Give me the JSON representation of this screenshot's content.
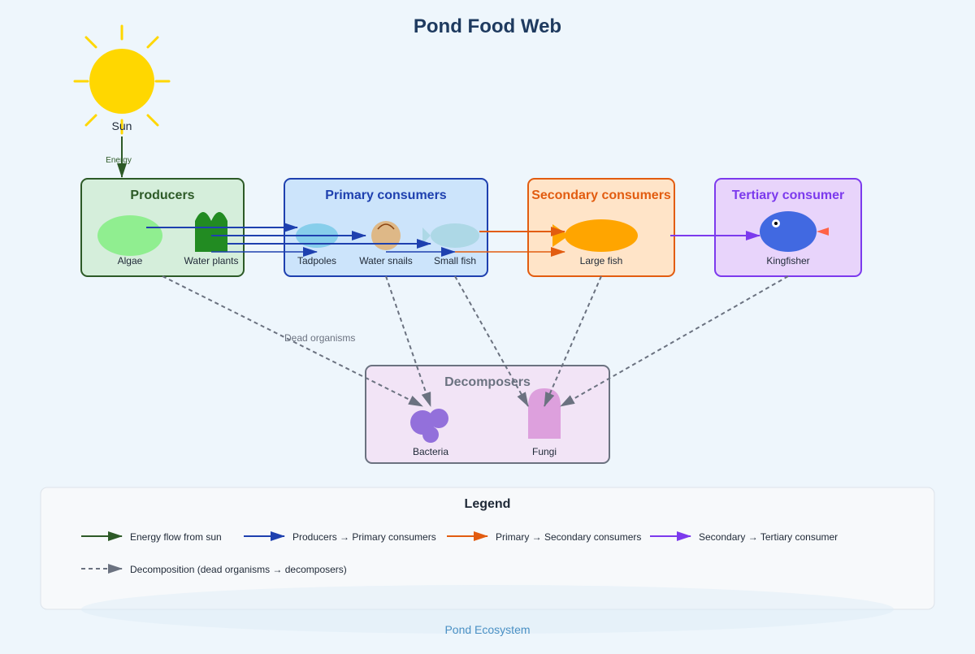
{
  "title": "Pond Food Web",
  "sun": {
    "label": "Sun",
    "energy_label": "Energy"
  },
  "producers": {
    "title": "Producers",
    "algae": "Algae",
    "plants": "Water plants"
  },
  "primary": {
    "title": "Primary consumers",
    "tadpoles": "Tadpoles",
    "snails": "Water snails",
    "small_fish": "Small fish"
  },
  "secondary": {
    "title": "Secondary consumers",
    "large_fish": "Large fish"
  },
  "tertiary": {
    "title": "Tertiary consumer",
    "kingfisher": "Kingfisher"
  },
  "decomposers": {
    "title": "Decomposers",
    "bacteria": "Bacteria",
    "fungi": "Fungi",
    "dead_label": "Dead organisms"
  },
  "legend": {
    "title": "Legend",
    "items": [
      {
        "label": "Energy flow from sun"
      },
      {
        "label": "Producers → Primary consumers"
      },
      {
        "label": "Primary → Secondary consumers"
      },
      {
        "label": "Secondary → Tertiary consumer"
      },
      {
        "label": "Decomposition (dead organisms → decomposers)"
      }
    ]
  },
  "footer": "Pond Ecosystem",
  "colors": {
    "energy": "#2d5a27",
    "prod_to_prim": "#1e40af",
    "prim_to_sec": "#e25c10",
    "sec_to_ter": "#7c3aed",
    "decomposition": "#6b7280"
  }
}
